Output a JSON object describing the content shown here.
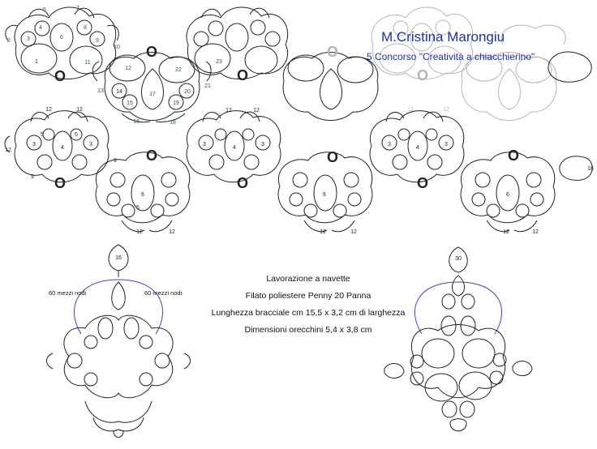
{
  "header": {
    "title": "M.Cristina Marongiu",
    "subtitle": "5 Concorso \"Creatività a chiacchierino\""
  },
  "instructions": {
    "line1": "Lavorazione a navette",
    "line2": "Filato poliestere Penny 20 Panna",
    "line3": "Lunghezza bracciale cm 15,5 x 3,2 cm di larghezza",
    "line4": "Dimensioni orecchini 5,4 x 3,8 cm"
  },
  "earring_left": {
    "label_left": "60 mezzi nodi",
    "label_right": "60 mezzi nodi",
    "top_ring": "16"
  },
  "earring_right": {
    "top_ring": "30"
  },
  "colors": {
    "ink": "#222222",
    "green": "#1e6b1e",
    "blue": "#1b2fb5",
    "faded": "#b5b5b5"
  },
  "top_band_labels": [
    "1",
    "2",
    "3",
    "4",
    "5",
    "6",
    "7",
    "8",
    "9",
    "10",
    "11",
    "12",
    "13",
    "14",
    "15",
    "16",
    "17",
    "18",
    "19",
    "20",
    "21",
    "22",
    "23"
  ],
  "bead_letter": "O",
  "bracelet_counts": [
    "12",
    "9",
    "5",
    "3",
    "6",
    "4",
    "16"
  ]
}
